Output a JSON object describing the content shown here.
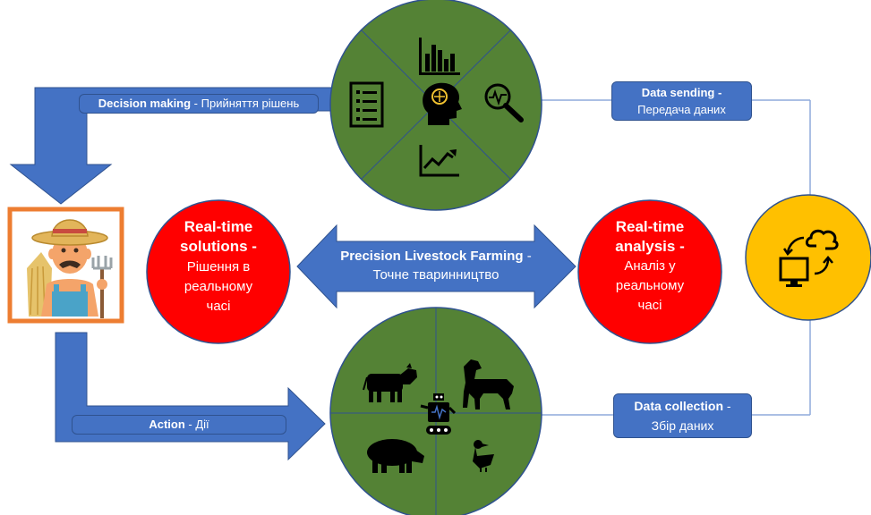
{
  "colors": {
    "accent_blue": "#4472c4",
    "blue_dark": "#2f528f",
    "field_green": "#548235",
    "alert_red": "#ff0000",
    "device_yellow": "#ffc000",
    "border_orange": "#ed7d31"
  },
  "labels": {
    "decision": {
      "bold": "Decision making",
      "sep": " - ",
      "text": "Прийняття рішень"
    },
    "sending": {
      "bold": "Data sending -",
      "text": "Передача даних"
    },
    "collection": {
      "bold": "Data collection",
      "sep": " - ",
      "text": "Збір даних"
    },
    "action": {
      "bold": "Action",
      "sep": " - ",
      "text": "Дії"
    },
    "plf": {
      "bold": "Precision Livestock Farming",
      "sep": " - ",
      "text": "Точне тваринництво"
    }
  },
  "solutions": {
    "line1": "Real-time",
    "line2": "solutions",
    "sep": " -",
    "text1": "Рішення в",
    "text2": "реальному",
    "text3": "часі"
  },
  "analysis": {
    "line1": "Real-time",
    "line2": "analysis -",
    "text1": "Аналіз у",
    "text2": "реальному",
    "text3": "часі"
  },
  "icons": {
    "top_circle": [
      "bar-chart-icon",
      "checklist-icon",
      "brain-head-icon",
      "magnifier-pulse-icon",
      "line-chart-icon"
    ],
    "bottom_circle": [
      "cow-icon",
      "horse-icon",
      "robot-icon",
      "pig-icon",
      "duck-icon"
    ],
    "device": "cloud-computer-sync-icon",
    "farmer": "farmer-avatar"
  }
}
